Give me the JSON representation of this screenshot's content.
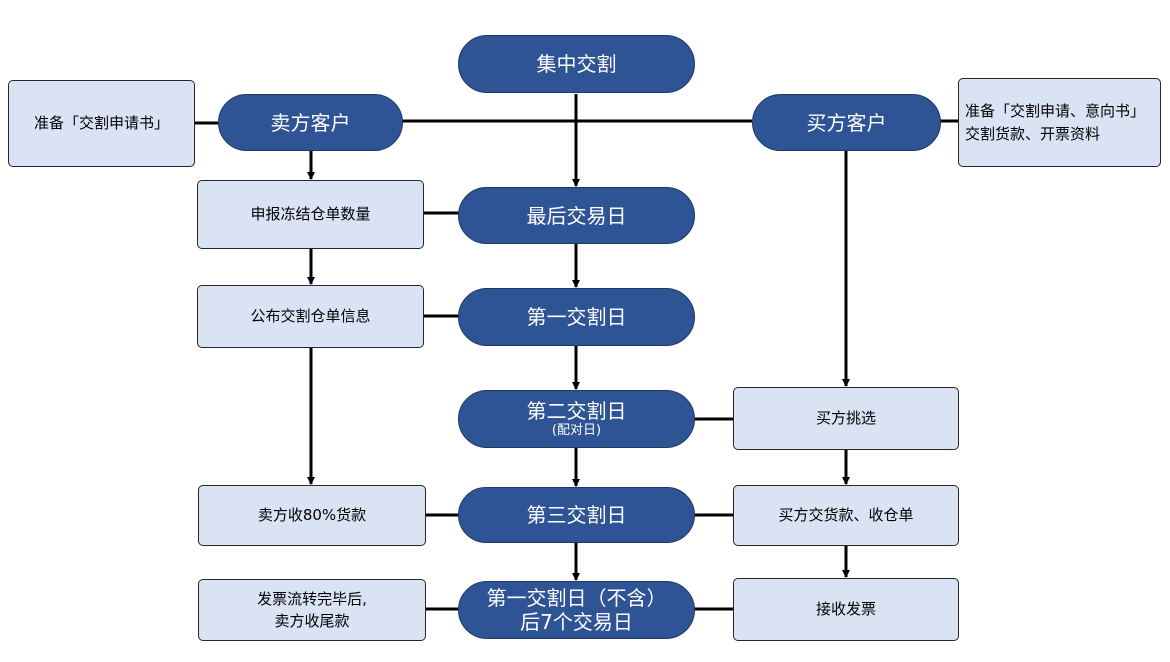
{
  "center": {
    "central_delivery": "集中交割",
    "last_trading_day": "最后交易日",
    "first_delivery_day": "第一交割日",
    "second_delivery_day": "第二交割日",
    "second_delivery_day_note": "(配对日)",
    "third_delivery_day": "第三交割日",
    "final_line1": "第一交割日（不含）",
    "final_line2": "后7个交易日"
  },
  "seller": {
    "client": "卖方客户",
    "prepare": "准备「交割申请书」",
    "report_freeze": "申报冻结仓单数量",
    "publish_info": "公布交割仓单信息",
    "receive_80": "卖方收80%货款",
    "invoice_line1": "发票流转完毕后,",
    "invoice_line2": "卖方收尾款"
  },
  "buyer": {
    "client": "买方客户",
    "prepare_line1": "准备「交割申请、意向书」",
    "prepare_line2": "交割货款、开票资料",
    "select": "买方挑选",
    "pay_receive": "买方交货款、收仓单",
    "receive_invoice": "接收发票"
  },
  "colors": {
    "pill_fill": "#2f5496",
    "pill_border": "#1f3864",
    "box_fill": "#dae3f3",
    "line": "#000000"
  }
}
